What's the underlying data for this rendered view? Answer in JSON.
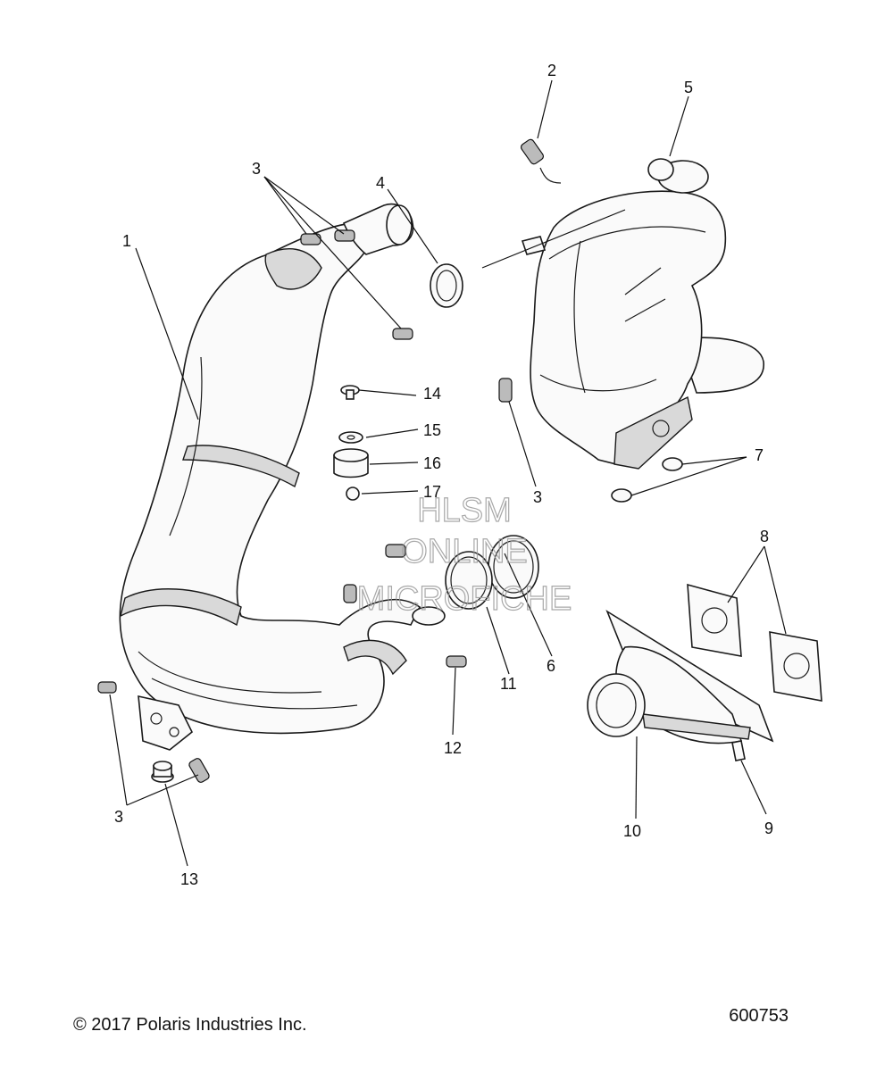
{
  "callouts": {
    "c1": "1",
    "c2": "2",
    "c3a": "3",
    "c3b": "3",
    "c3c": "3",
    "c4": "4",
    "c5": "5",
    "c6": "6",
    "c7": "7",
    "c8": "8",
    "c9": "9",
    "c10": "10",
    "c11": "11",
    "c12": "12",
    "c13": "13",
    "c14": "14",
    "c15": "15",
    "c16": "16",
    "c17": "17"
  },
  "watermark": {
    "line1": "HLSM",
    "line2": "ONLINE",
    "line3": "MICROFICHE"
  },
  "footer": {
    "copyright": "© 2017 Polaris Industries Inc.",
    "figure_number": "600753"
  }
}
